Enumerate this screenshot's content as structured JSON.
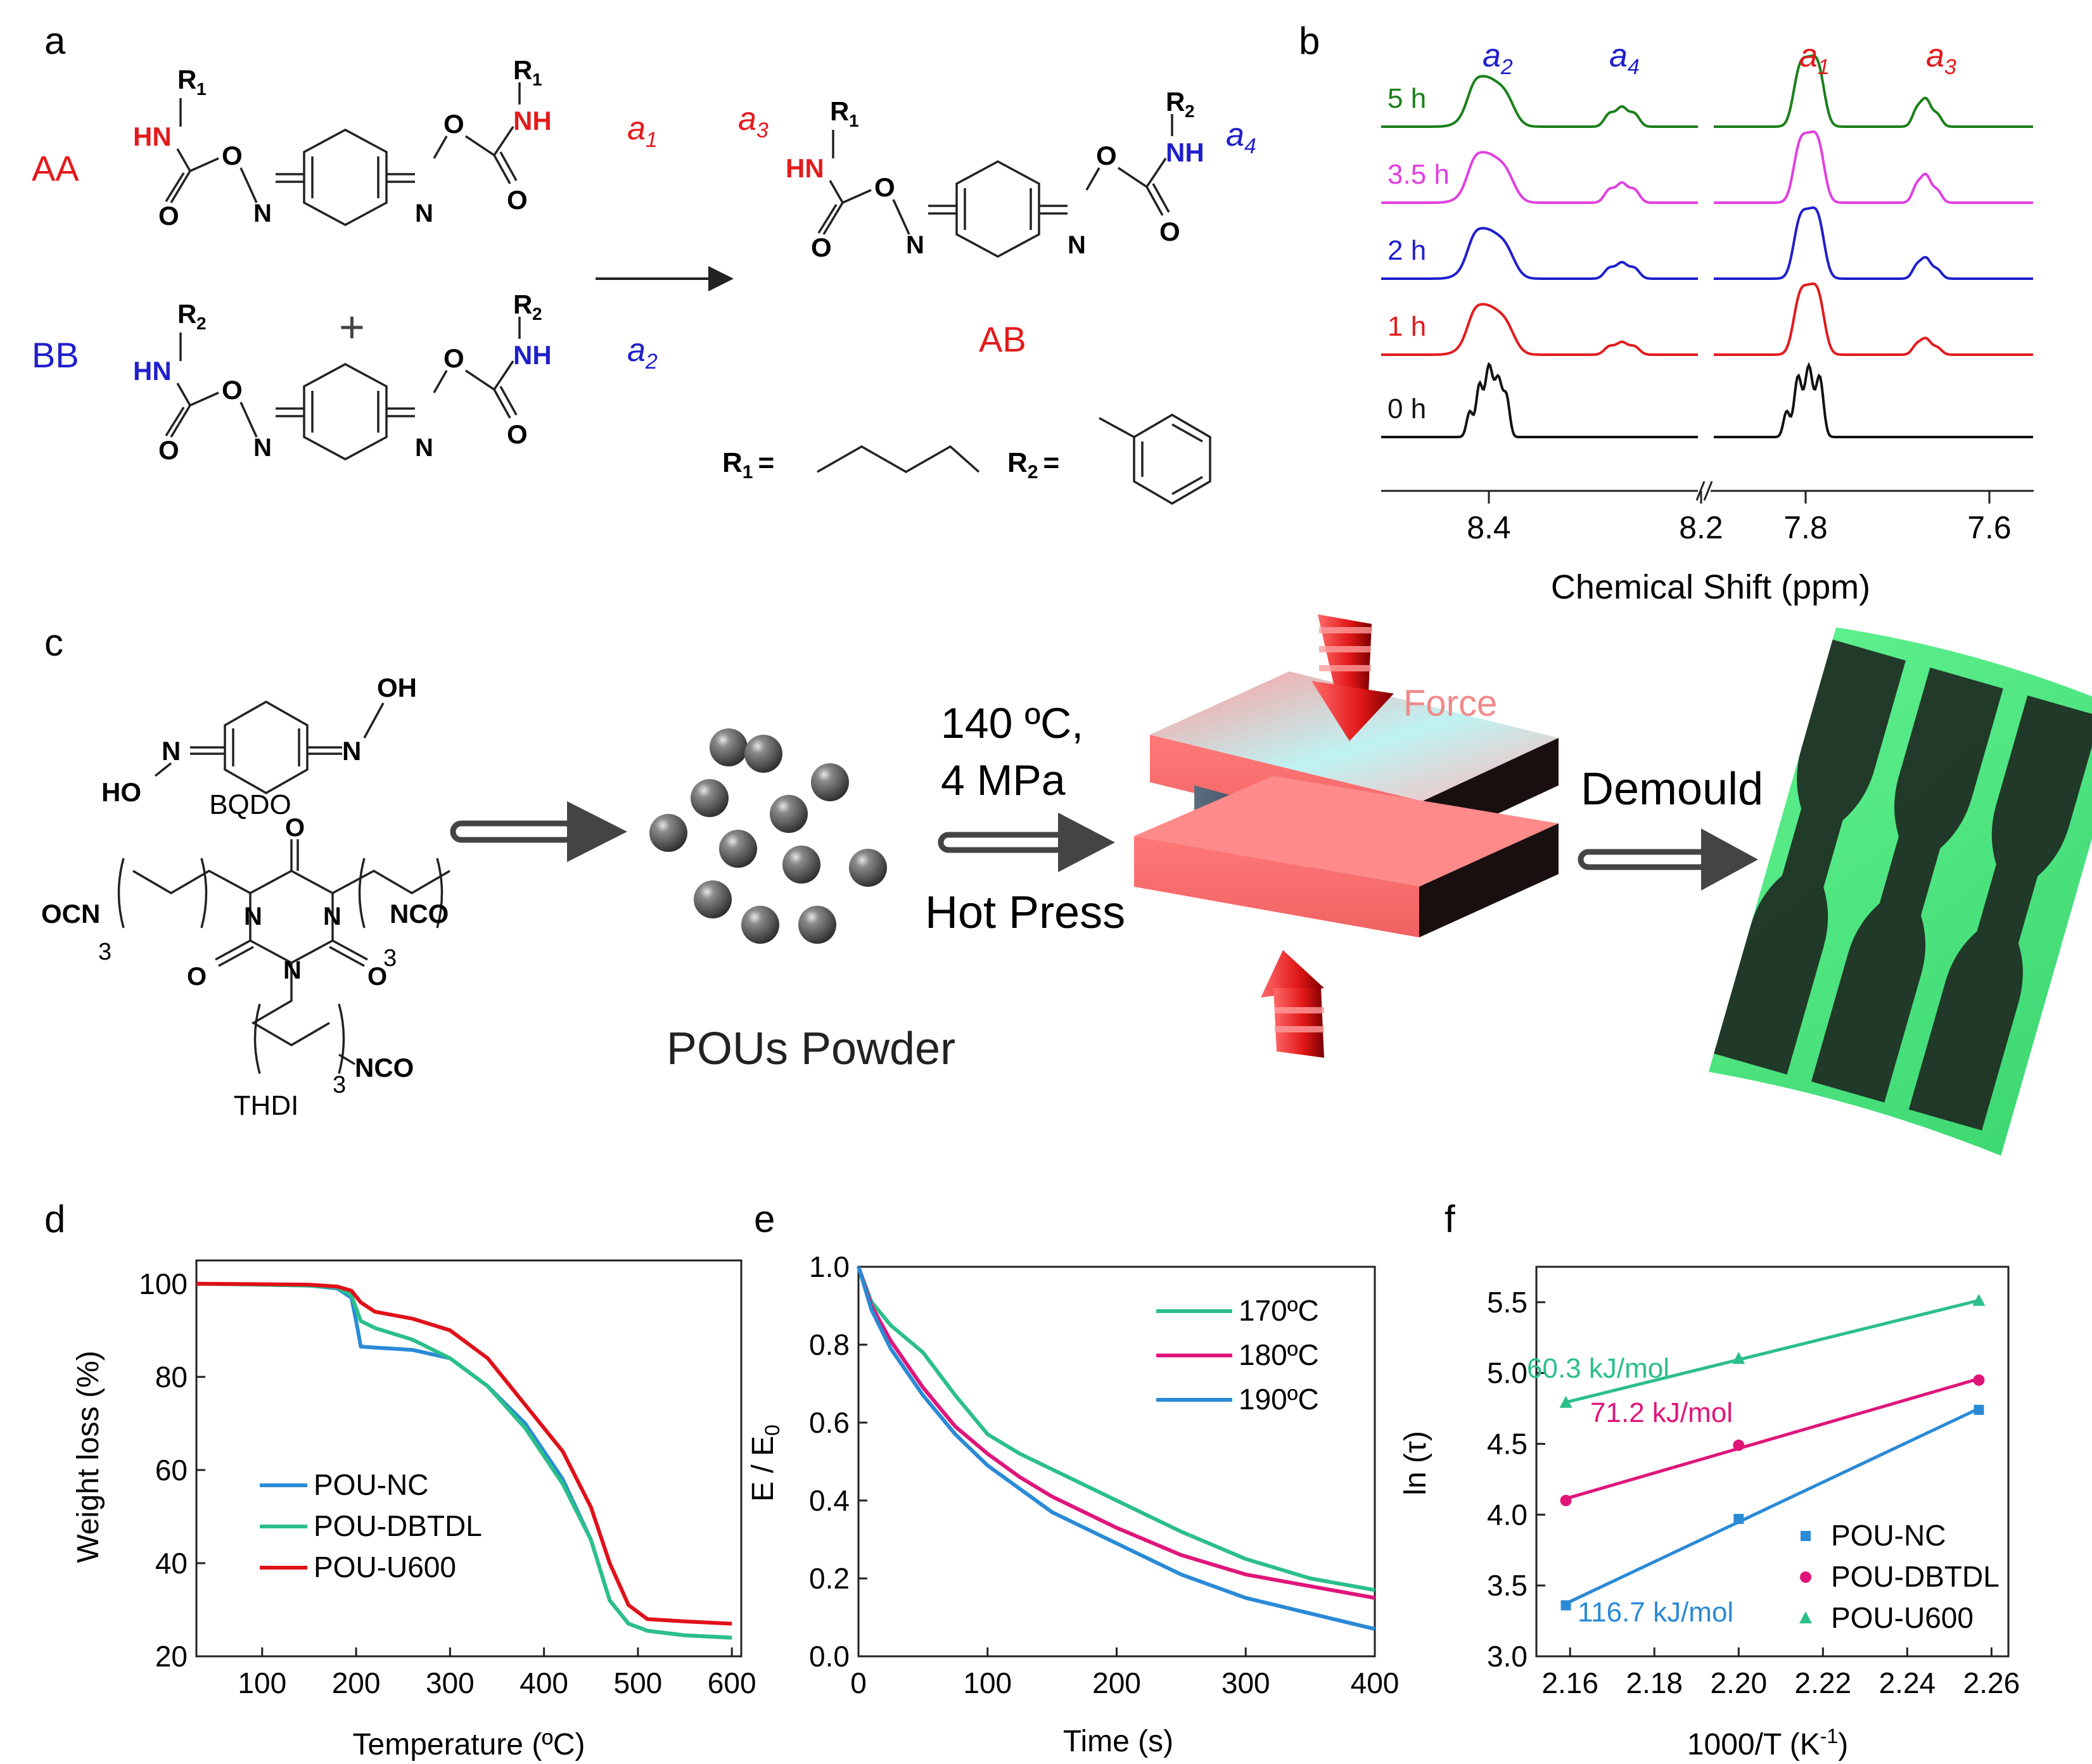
{
  "panels": {
    "a": "a",
    "b": "b",
    "c": "c",
    "d": "d",
    "e": "e",
    "f": "f"
  },
  "scheme_a": {
    "aa_label": "AA",
    "bb_label": "BB",
    "ab_label": "AB",
    "hn": "HN",
    "nh": "NH",
    "n": "N",
    "o": "O",
    "r1_sub": "1",
    "r2_sub": "2",
    "r_symbol": "R",
    "r1_def": "R",
    "plus": "+",
    "equals": "=",
    "peak_a1": "a",
    "peak_a2": "a",
    "peak_a3": "a",
    "peak_a4": "a",
    "sub1": "1",
    "sub2": "2",
    "sub3": "3",
    "sub4": "4"
  },
  "colors": {
    "red": "#e31a1c",
    "blue": "#1f1fcc",
    "green_5h": "#1a7f1a",
    "magenta_3_5h": "#e040e0",
    "blue_2h": "#1f1fcc",
    "red_1h": "#e31a1c",
    "black_0h": "#111111",
    "nc": "#2a8ad6",
    "dbtdl": "#2bbf8a",
    "u600": "#e0101a",
    "c170": "#2bbf8a",
    "c180": "#e0157a",
    "c190": "#2a8ad6",
    "f_nc": "#2a8ad6",
    "f_dbtdl": "#e0157a",
    "f_u600": "#2bbf8a"
  },
  "nmr": {
    "traces": [
      "5 h",
      "3.5 h",
      "2 h",
      "1 h",
      "0 h"
    ],
    "ticks": [
      "8.4",
      "8.2",
      "7.8",
      "7.6"
    ],
    "xlabel": "Chemical Shift (ppm)"
  },
  "process_c": {
    "bqdo": "BQDO",
    "thdi": "THDI",
    "oh": "OH",
    "ho": "HO",
    "ocn": "OCN",
    "nco": "NCO",
    "sub3": "3",
    "conditions_line1": "140 ºC,",
    "conditions_line2": "4 MPa",
    "hot_press": "Hot Press",
    "force": "Force",
    "demould": "Demould",
    "powder": "POUs Powder"
  },
  "chart_data": [
    {
      "type": "line",
      "panel": "d",
      "xlabel": "Temperature (ºC)",
      "ylabel": "Weight loss (%)",
      "xlim": [
        30,
        610
      ],
      "ylim": [
        20,
        105
      ],
      "xticks": [
        100,
        200,
        300,
        400,
        500,
        600
      ],
      "yticks": [
        20,
        40,
        60,
        80,
        100
      ],
      "legend": "bottom-left",
      "series": [
        {
          "name": "POU-NC",
          "x": [
            30,
            100,
            150,
            180,
            195,
            200,
            205,
            220,
            260,
            300,
            340,
            380,
            420,
            450,
            470,
            490,
            510,
            550,
            600
          ],
          "y": [
            100,
            99.8,
            99.6,
            99,
            97,
            92,
            86.5,
            86.3,
            85.8,
            84,
            78,
            70,
            58,
            45,
            32,
            27,
            25.5,
            24.5,
            24
          ]
        },
        {
          "name": "POU-DBTDL",
          "x": [
            30,
            100,
            150,
            180,
            195,
            205,
            220,
            260,
            300,
            340,
            380,
            420,
            450,
            470,
            490,
            510,
            550,
            600
          ],
          "y": [
            100,
            99.8,
            99.6,
            99.2,
            97.5,
            92,
            90.5,
            88,
            84,
            78,
            69,
            57,
            45,
            32,
            27,
            25.5,
            24.5,
            24
          ]
        },
        {
          "name": "POU-U600",
          "x": [
            30,
            100,
            150,
            180,
            195,
            205,
            220,
            260,
            300,
            340,
            380,
            420,
            450,
            470,
            490,
            510,
            550,
            600
          ],
          "y": [
            100,
            99.9,
            99.8,
            99.4,
            98.5,
            96,
            94,
            92.5,
            90,
            84,
            74,
            64,
            52,
            40,
            31,
            28,
            27.5,
            27
          ]
        }
      ]
    },
    {
      "type": "line",
      "panel": "e",
      "xlabel": "Time (s)",
      "ylabel": "E / E0",
      "ylabel_main": "E / E",
      "ylabel_sub": "0",
      "xlim": [
        0,
        400
      ],
      "ylim": [
        0,
        1.0
      ],
      "xticks": [
        0,
        100,
        200,
        300,
        400
      ],
      "yticks": [
        "0.0",
        "0.2",
        "0.4",
        "0.6",
        "0.8",
        "1.0"
      ],
      "legend": "top-right",
      "series": [
        {
          "name": "170ºC",
          "x": [
            0,
            10,
            25,
            50,
            75,
            100,
            125,
            150,
            200,
            250,
            300,
            350,
            400
          ],
          "y": [
            1.0,
            0.91,
            0.85,
            0.78,
            0.67,
            0.57,
            0.52,
            0.48,
            0.4,
            0.32,
            0.25,
            0.2,
            0.17
          ]
        },
        {
          "name": "180ºC",
          "x": [
            0,
            10,
            25,
            50,
            75,
            100,
            125,
            150,
            200,
            250,
            300,
            350,
            400
          ],
          "y": [
            1.0,
            0.9,
            0.81,
            0.69,
            0.59,
            0.52,
            0.46,
            0.41,
            0.33,
            0.26,
            0.21,
            0.18,
            0.15
          ]
        },
        {
          "name": "190ºC",
          "x": [
            0,
            10,
            25,
            50,
            75,
            100,
            125,
            150,
            200,
            250,
            300,
            350,
            400
          ],
          "y": [
            1.0,
            0.89,
            0.79,
            0.67,
            0.57,
            0.49,
            0.43,
            0.37,
            0.29,
            0.21,
            0.15,
            0.11,
            0.07
          ]
        }
      ]
    },
    {
      "type": "scatter",
      "panel": "f",
      "xlabel": "1000/T (K-1)",
      "xlabel_main": "1000/T (K",
      "xlabel_sup": "-1",
      "xlabel_end": ")",
      "ylabel": "ln (τ)",
      "xlim": [
        2.152,
        2.264
      ],
      "ylim": [
        3.0,
        5.75
      ],
      "xticks": [
        "2.16",
        "2.18",
        "2.20",
        "2.22",
        "2.24",
        "2.26"
      ],
      "yticks": [
        "3.0",
        "3.5",
        "4.0",
        "4.5",
        "5.0",
        "5.5"
      ],
      "legend": "bottom-right",
      "series": [
        {
          "name": "POU-NC",
          "marker": "square",
          "x": [
            2.159,
            2.2,
            2.257
          ],
          "y": [
            3.36,
            3.97,
            4.74
          ],
          "annotation": "116.7 kJ/mol"
        },
        {
          "name": "POU-DBTDL",
          "marker": "circle",
          "x": [
            2.159,
            2.2,
            2.257
          ],
          "y": [
            4.1,
            4.49,
            4.95
          ],
          "annotation": "71.2 kJ/mol"
        },
        {
          "name": "POU-U600",
          "marker": "triangle",
          "x": [
            2.159,
            2.2,
            2.257
          ],
          "y": [
            4.79,
            5.1,
            5.51
          ],
          "annotation": "60.3 kJ/mol"
        }
      ]
    }
  ]
}
